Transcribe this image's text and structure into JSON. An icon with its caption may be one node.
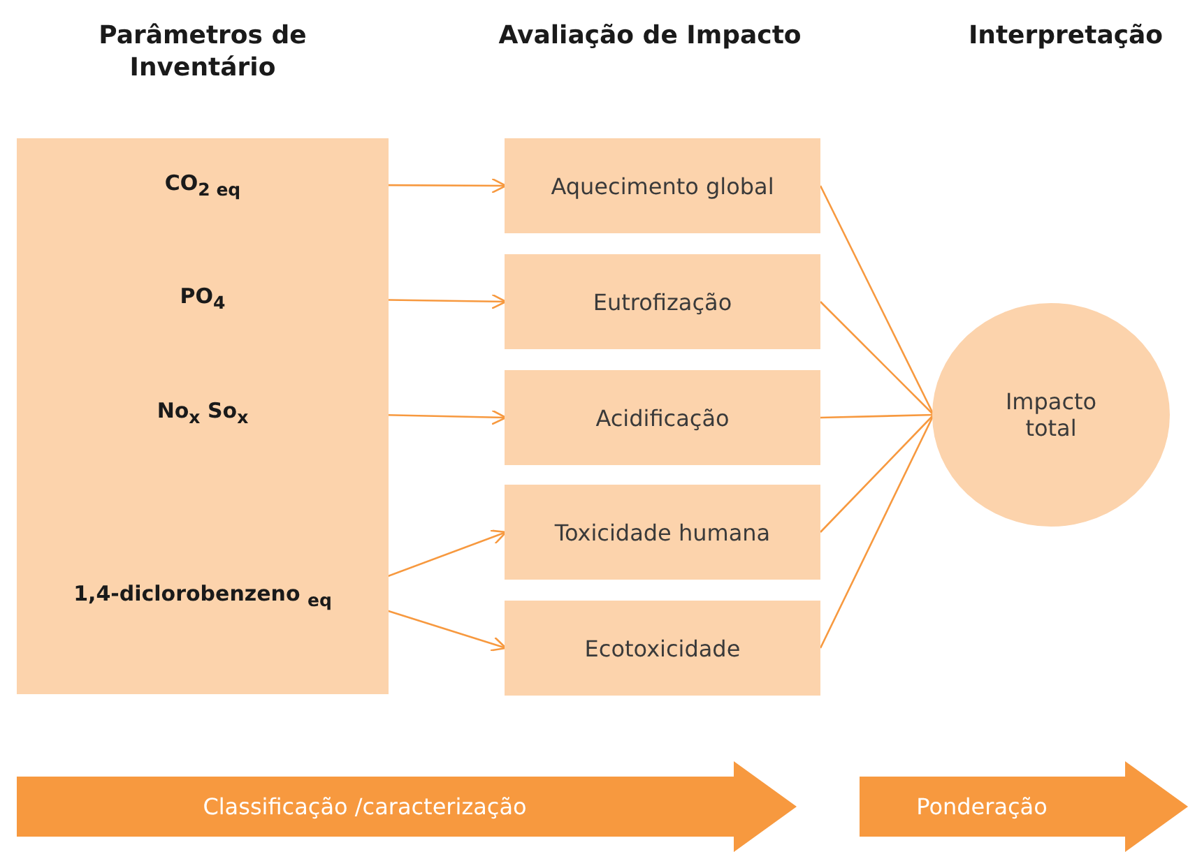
{
  "diagram": {
    "nodes": [
      {
        "text": [],
        "shape": "box"
      },
      {
        "text": [
          "CO$_{2 eq}$"
        ],
        "in": 0
      },
      {
        "text": [
          "PO$_{4}$"
        ],
        "in": 0
      },
      {
        "text": [
          "No$_{x}$ So$_{x}$"
        ],
        "in": 0
      },
      {
        "text": [
          "1,4-diclorobenzeno $_{eq}$"
        ],
        "in": 0
      },
      {
        "text": [
          "Aquecimento global"
        ]
      },
      {
        "text": [
          "Eutrofização"
        ]
      },
      {
        "text": [
          "Acidificação"
        ]
      },
      {
        "text": [
          "Toxicidade humana"
        ]
      },
      {
        "text": [
          "Ecotoxicidade"
        ]
      },
      {
        "text": [
          "Impacto total"
        ]
      },
      {
        "text": [
          "Classificação /caracterização"
        ]
      },
      {
        "text": [
          "Ponderação"
        ]
      }
    ],
    "edges": [
      {
        "from": 1,
        "to": 5,
        "arrow": "to"
      },
      {
        "from": 2,
        "to": 6,
        "arrow": "to"
      },
      {
        "from": 3,
        "to": 7,
        "arrow": "to"
      },
      {
        "from": 4,
        "to": 8,
        "arrow": "to"
      },
      {
        "from": 4,
        "to": 9,
        "arrow": "to"
      },
      {
        "from": 5,
        "to": 10,
        "arrow": "none"
      },
      {
        "from": 6,
        "to": 10,
        "arrow": "none"
      },
      {
        "from": 7,
        "to": 10,
        "arrow": "none"
      },
      {
        "from": 8,
        "to": 10,
        "arrow": "none"
      },
      {
        "from": 9,
        "to": 10,
        "arrow": "none"
      }
    ],
    "labels": [
      "Parâmetros de Inventário",
      "Avaliação de Impacto",
      "Interpretação"
    ]
  }
}
